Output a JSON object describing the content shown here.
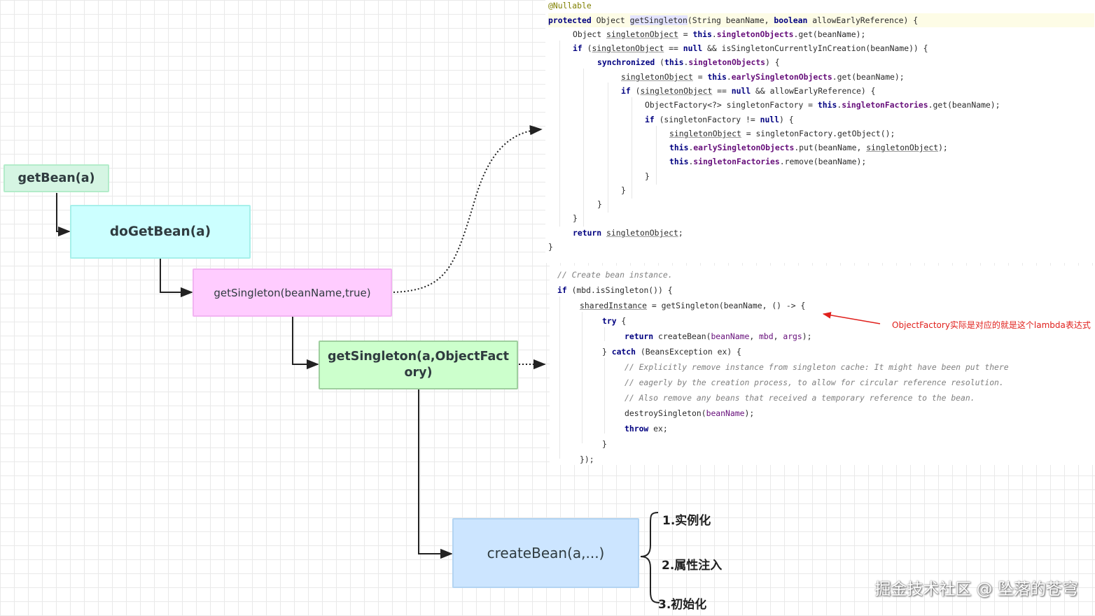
{
  "nodes": {
    "get_bean": "getBean(a)",
    "do_get_bean": "doGetBean(a)",
    "get_singleton_early": "getSingleton(beanName,true)",
    "get_singleton_factory": "getSingleton(a,ObjectFactory)",
    "create_bean": "createBean(a,...)"
  },
  "create_bean_steps": [
    "1.实例化",
    "2.属性注入",
    "3.初始化"
  ],
  "lambda_note": "ObjectFactory实际是对应的就是这个lambda表达式",
  "watermark": "掘金技术社区 @ 坠落的苍穹",
  "code_upper": {
    "annotation": "@Nullable",
    "lines": [
      "protected Object getSingleton(String beanName, boolean allowEarlyReference) {",
      "Object singletonObject = this.singletonObjects.get(beanName);",
      "if (singletonObject == null && isSingletonCurrentlyInCreation(beanName)) {",
      "synchronized (this.singletonObjects) {",
      "singletonObject = this.earlySingletonObjects.get(beanName);",
      "if (singletonObject == null && allowEarlyReference) {",
      "ObjectFactory<?> singletonFactory = this.singletonFactories.get(beanName);",
      "if (singletonFactory != null) {",
      "singletonObject = singletonFactory.getObject();",
      "this.earlySingletonObjects.put(beanName, singletonObject);",
      "this.singletonFactories.remove(beanName);",
      "}",
      "}",
      "}",
      "}",
      "return singletonObject;",
      "}"
    ]
  },
  "code_lower": {
    "lines": [
      "// Create bean instance.",
      "if (mbd.isSingleton()) {",
      "sharedInstance = getSingleton(beanName, () -> {",
      "try {",
      "return createBean(beanName, mbd, args);",
      "} catch (BeansException ex) {",
      "// Explicitly remove instance from singleton cache: It might have been put there",
      "// eagerly by the creation process, to allow for circular reference resolution.",
      "// Also remove any beans that received a temporary reference to the bean.",
      "destroySingleton(beanName);",
      "throw ex;",
      "}",
      "});"
    ]
  },
  "colors": {
    "get_bean_fill": "#d5f5e3",
    "get_bean_border": "#b3ecca",
    "do_get_bean_fill": "#ccffff",
    "do_get_bean_border": "#a6f0ea",
    "get_singleton_early_fill": "#ffccff",
    "get_singleton_early_border": "#f2b3f2",
    "get_singleton_factory_fill": "#ccffcc",
    "get_singleton_factory_border": "#9ecf9e",
    "create_bean_fill": "#cce5ff",
    "create_bean_border": "#b3d4f2",
    "annotation_arrow": "#e0201c"
  }
}
